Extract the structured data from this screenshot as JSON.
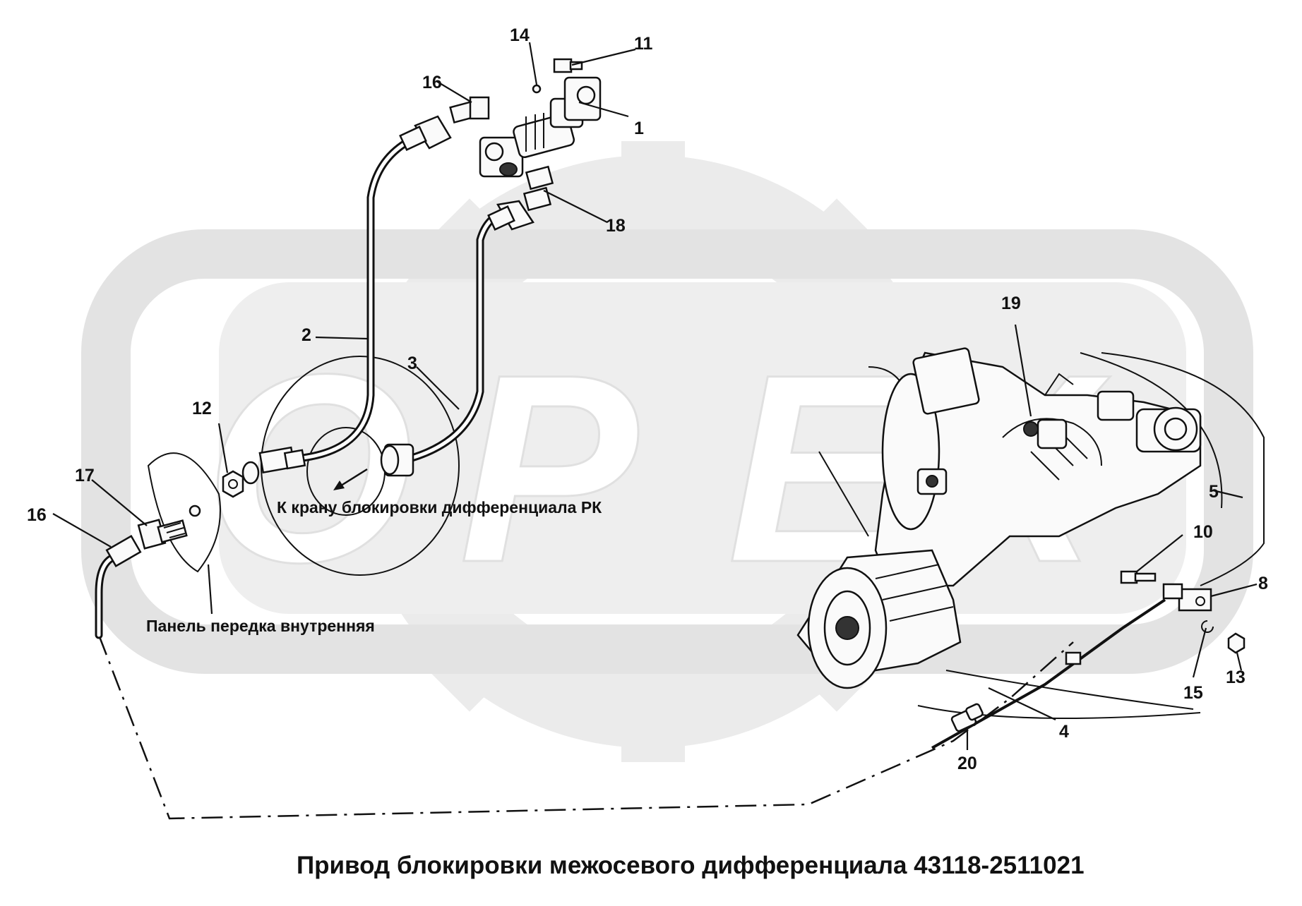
{
  "title": "Привод блокировки межосевого дифференциала 43118-2511021",
  "annotations": {
    "to_valve": "К крану блокировки дифференциала РК",
    "panel": "Панель передка внутренняя"
  },
  "watermark": "OPEX",
  "callouts": {
    "c1": "1",
    "c2": "2",
    "c3": "3",
    "c4": "4",
    "c5": "5",
    "c8": "8",
    "c10": "10",
    "c11": "11",
    "c12": "12",
    "c13": "13",
    "c14": "14",
    "c15": "15",
    "c16a": "16",
    "c16b": "16",
    "c17": "17",
    "c18": "18",
    "c19": "19",
    "c20": "20"
  },
  "colors": {
    "watermark": "#e6e6e6",
    "line": "#111111",
    "background": "#ffffff"
  }
}
